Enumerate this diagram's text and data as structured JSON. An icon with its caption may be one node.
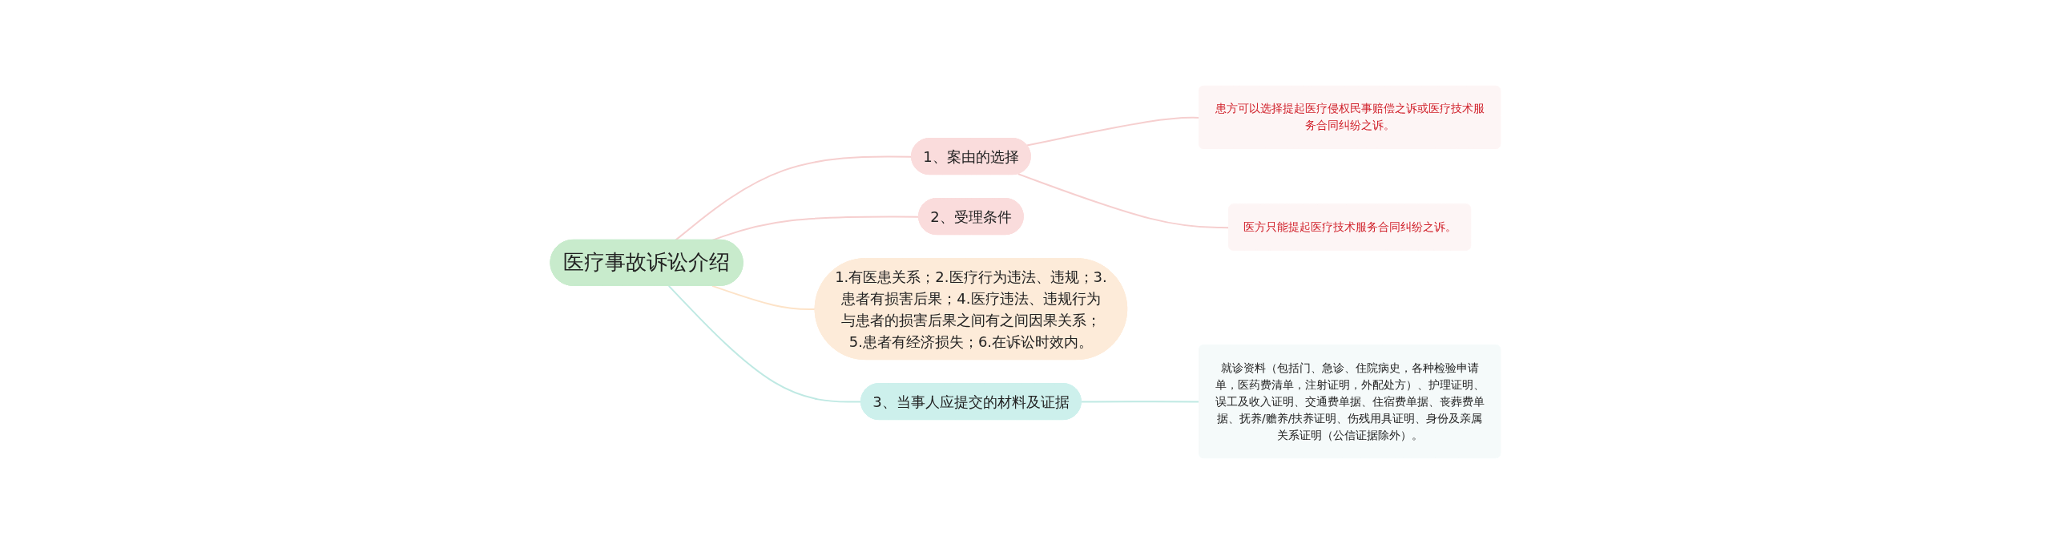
{
  "diagram": {
    "nodes": [
      {
        "text": [
          "医疗事故诉讼介绍"
        ]
      },
      {
        "text": [
          "1、案由的选择"
        ]
      },
      {
        "text": [
          "患方可以选择提起医疗侵权民事赔偿之诉或医疗技术服务合同纠纷之诉。"
        ]
      },
      {
        "text": [
          "医方只能提起医疗技术服务合同纠纷之诉。"
        ]
      },
      {
        "text": [
          "2、受理条件"
        ]
      },
      {
        "text": [
          "1.有医患关系；2.医疗行为违法、违规；3.患者有损害后果；4.医疗违法、违规行为与患者的损害后果之间有之间因果关系；5.患者有经济损失；6.在诉讼时效内。"
        ]
      },
      {
        "text": [
          "3、当事人应提交的材料及证据"
        ]
      },
      {
        "text": [
          "就诊资料（包括门、急诊、住院病史，各种检验申请单，医药费清单，注射证明，外配处方）、护理证明、误工及收入证明、交通费单据、住宿费单据、丧葬费单据、抚养/赡养/扶养证明、伤残用具证明、身份及亲属关系证明（公信证据除外）。"
        ]
      }
    ],
    "edges": [
      {
        "from": 0,
        "to": 1,
        "arrow": "none"
      },
      {
        "from": 1,
        "to": 2,
        "arrow": "none"
      },
      {
        "from": 1,
        "to": 3,
        "arrow": "none"
      },
      {
        "from": 0,
        "to": 4,
        "arrow": "none"
      },
      {
        "from": 0,
        "to": 5,
        "arrow": "none",
        "color": "#fde3c8"
      },
      {
        "from": 0,
        "to": 6,
        "arrow": "none",
        "color": "#bfe9e3"
      },
      {
        "from": 6,
        "to": 7,
        "arrow": "none",
        "color": "#bfe9e3"
      }
    ]
  }
}
